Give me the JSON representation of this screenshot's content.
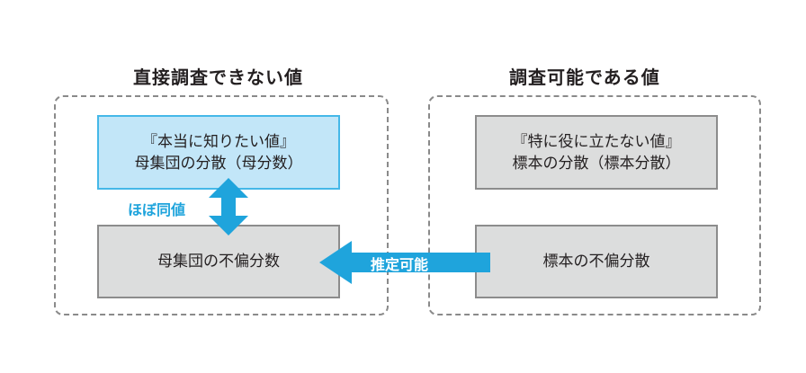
{
  "left_group": {
    "title": "直接調査できない値",
    "top_box": {
      "line1": "『本当に知りたい値』",
      "line2": "母集団の分散（母分数）"
    },
    "bottom_box": {
      "label": "母集団の不偏分数"
    }
  },
  "right_group": {
    "title": "調査可能である値",
    "top_box": {
      "line1": "『特に役に立たない値』",
      "line2": "標本の分散（標本分散）"
    },
    "bottom_box": {
      "label": "標本の不偏分散"
    }
  },
  "relations": {
    "equal_label": "ほぼ同値",
    "estimate_label": "推定可能"
  },
  "colors": {
    "accent_blue": "#1fa4dc",
    "light_blue_fill": "#c2e6f8",
    "grey_fill": "#dcdddd",
    "dashed_border": "#8a8a8a"
  }
}
